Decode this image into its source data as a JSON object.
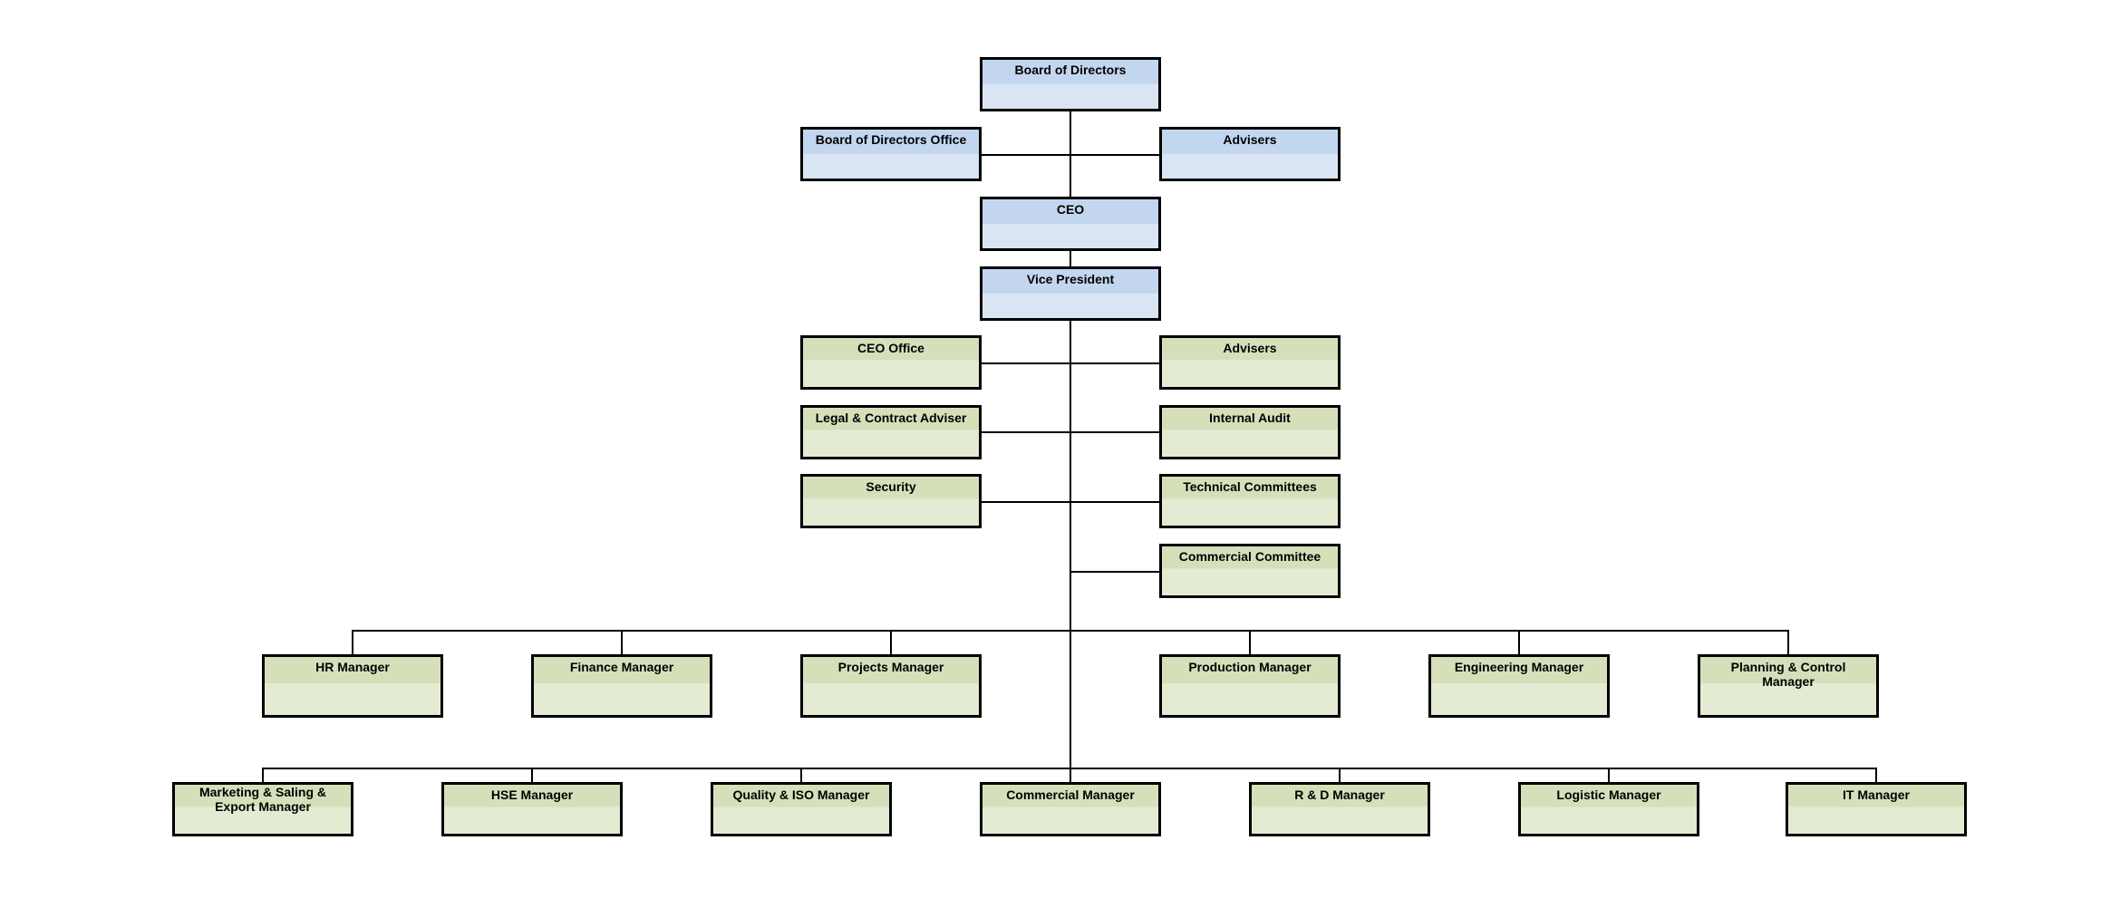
{
  "colors": {
    "executive_fill": "#c3d6ef",
    "department_fill": "#d5e0bb",
    "border": "#000000"
  },
  "org": {
    "board": "Board of Directors",
    "board_office": "Board of Directors Office",
    "board_advisers": "Advisers",
    "ceo": "CEO",
    "vice_president": "Vice President",
    "ceo_office": "CEO Office",
    "vp_advisers": "Advisers",
    "legal": "Legal & Contract Adviser",
    "internal_audit": "Internal Audit",
    "security": "Security",
    "technical_committees": "Technical Committees",
    "commercial_committee": "Commercial Committee",
    "managers_row1": [
      "HR Manager",
      "Finance Manager",
      "Projects Manager",
      "Production Manager",
      "Engineering Manager",
      "Planning & Control Manager"
    ],
    "managers_row2": [
      "Marketing & Saling & Export Manager",
      "HSE Manager",
      "Quality & ISO Manager",
      "Commercial Manager",
      "R & D Manager",
      "Logistic Manager",
      "IT Manager"
    ]
  }
}
